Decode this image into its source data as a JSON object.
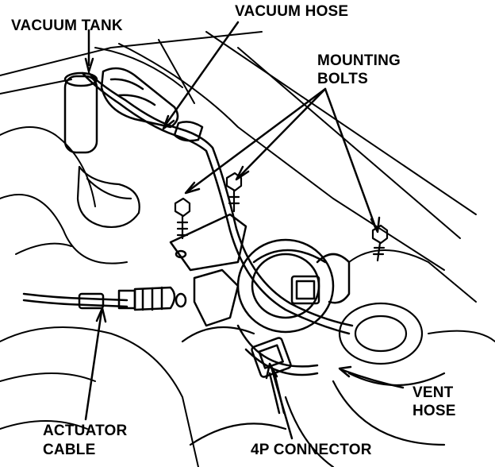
{
  "labels": {
    "vacuum_tank": "VACUUM TANK",
    "vacuum_hose": "VACUUM HOSE",
    "mounting_bolts_line1": "MOUNTING",
    "mounting_bolts_line2": "BOLTS",
    "vent_hose_line1": "VENT",
    "vent_hose_line2": "HOSE",
    "actuator_cable_line1": "ACTUATOR",
    "actuator_cable_line2": "CABLE",
    "connector_4p": "4P CONNECTOR"
  },
  "colors": {
    "ink": "#000000",
    "paper": "#ffffff"
  }
}
